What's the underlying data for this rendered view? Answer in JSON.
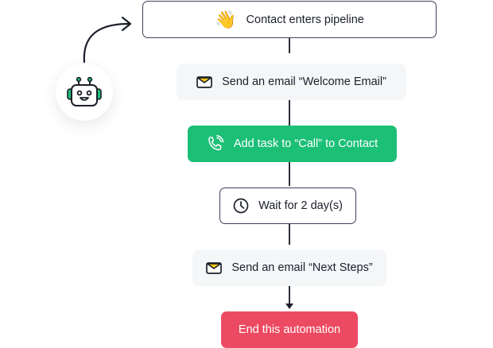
{
  "diagram": {
    "bot": {
      "icon": "robot-icon",
      "arrow": "curved-arrow-icon"
    },
    "steps": [
      {
        "id": "trigger",
        "icon": "waving-hand-icon",
        "label": "Contact enters pipeline",
        "style": "outlined"
      },
      {
        "id": "email-welcome",
        "icon": "envelope-icon",
        "label": "Send an email “Welcome Email”",
        "style": "soft"
      },
      {
        "id": "call-task",
        "icon": "phone-call-icon",
        "label": "Add task to “Call” to Contact",
        "style": "green"
      },
      {
        "id": "wait",
        "icon": "clock-icon",
        "label": "Wait for 2 day(s)",
        "style": "outlined"
      },
      {
        "id": "email-next",
        "icon": "envelope-icon",
        "label": "Send an email “Next Steps”",
        "style": "soft"
      },
      {
        "id": "end",
        "icon": null,
        "label": "End this automation",
        "style": "red"
      }
    ],
    "colors": {
      "green": "#1cbf76",
      "red": "#ec4a62",
      "soft": "#f4f6f8",
      "border": "#3a4256",
      "envelope_flap": "#f5c518"
    }
  }
}
